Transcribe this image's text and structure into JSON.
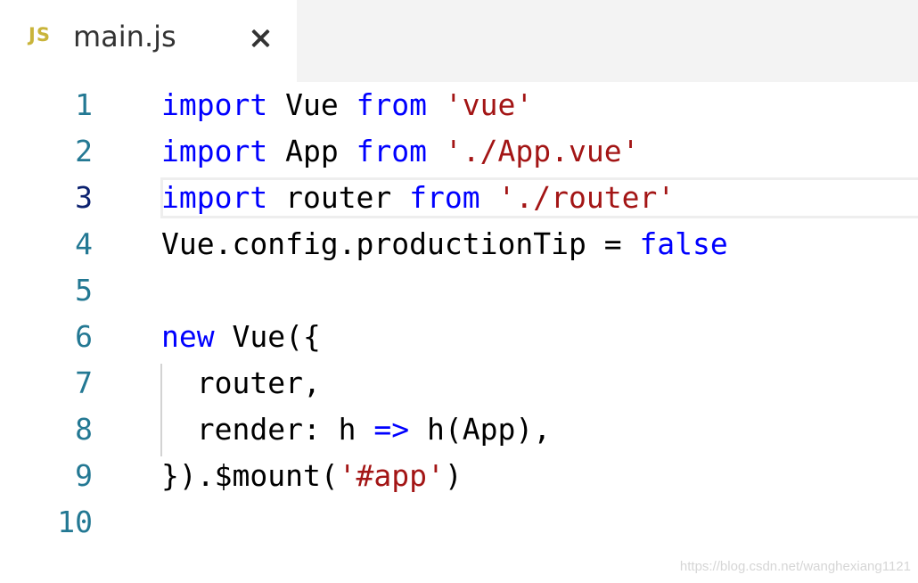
{
  "tab": {
    "icon": "JS",
    "filename": "main.js",
    "close_icon": "close-icon"
  },
  "editor": {
    "active_line": 3,
    "lines": [
      {
        "number": "1",
        "tokens": [
          {
            "t": "import",
            "c": "kw"
          },
          {
            "t": " Vue ",
            "c": "plain"
          },
          {
            "t": "from",
            "c": "kw"
          },
          {
            "t": " ",
            "c": "plain"
          },
          {
            "t": "'vue'",
            "c": "str"
          }
        ]
      },
      {
        "number": "2",
        "tokens": [
          {
            "t": "import",
            "c": "kw"
          },
          {
            "t": " App ",
            "c": "plain"
          },
          {
            "t": "from",
            "c": "kw"
          },
          {
            "t": " ",
            "c": "plain"
          },
          {
            "t": "'./App.vue'",
            "c": "str"
          }
        ]
      },
      {
        "number": "3",
        "tokens": [
          {
            "t": "import",
            "c": "kw"
          },
          {
            "t": " router ",
            "c": "plain"
          },
          {
            "t": "from",
            "c": "kw"
          },
          {
            "t": " ",
            "c": "plain"
          },
          {
            "t": "'./router'",
            "c": "str"
          }
        ]
      },
      {
        "number": "4",
        "tokens": [
          {
            "t": "Vue.config.productionTip = ",
            "c": "plain"
          },
          {
            "t": "false",
            "c": "kw"
          }
        ]
      },
      {
        "number": "5",
        "tokens": []
      },
      {
        "number": "6",
        "tokens": [
          {
            "t": "new",
            "c": "kw"
          },
          {
            "t": " Vue({",
            "c": "plain"
          }
        ]
      },
      {
        "number": "7",
        "tokens": [
          {
            "t": "  router,",
            "c": "plain"
          }
        ]
      },
      {
        "number": "8",
        "tokens": [
          {
            "t": "  render: h ",
            "c": "plain"
          },
          {
            "t": "=>",
            "c": "kw"
          },
          {
            "t": " h(App),",
            "c": "plain"
          }
        ]
      },
      {
        "number": "9",
        "tokens": [
          {
            "t": "}).$mount(",
            "c": "plain"
          },
          {
            "t": "'#app'",
            "c": "str"
          },
          {
            "t": ")",
            "c": "plain"
          }
        ]
      },
      {
        "number": "10",
        "tokens": []
      }
    ]
  },
  "watermark": "https://blog.csdn.net/wanghexiang1121",
  "colors": {
    "keyword": "#0000ff",
    "string": "#a31515",
    "line_number": "#237893",
    "active_line_number": "#0b216f",
    "js_icon": "#c9b43a"
  }
}
